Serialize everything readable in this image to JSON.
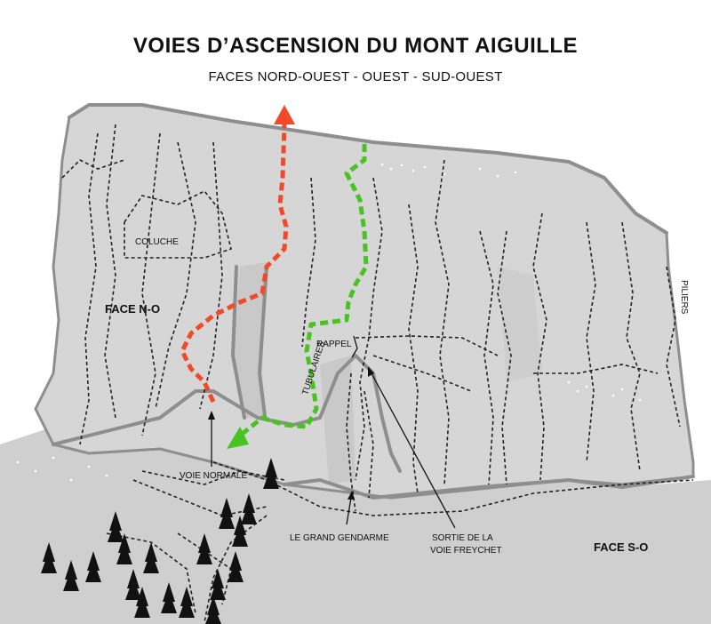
{
  "title": "VOIES D’ASCENSION DU MONT AIGUILLE",
  "subtitle": "FACES NORD-OUEST - OUEST - SUD-OUEST",
  "labels": {
    "coluche": "COLUCHE",
    "face_no": "FACE N-O",
    "tubulaires": "TUBULAIRES",
    "rappel": "RAPPEL",
    "piliers": "PILIERS",
    "voie_normale": "VOIE NORMALE",
    "grand_gendarme": "LE GRAND GENDARME",
    "sortie_line1": "SORTIE DE LA",
    "sortie_line2": "VOIE FREYCHET",
    "face_so": "FACE S-O"
  },
  "colors": {
    "background": "#ffffff",
    "rock": "#d6d6d6",
    "rock_edge": "#8e8e8e",
    "ground": "#cfcfcf",
    "route_voie_normale": "#f04a2a",
    "route_tubulaires": "#48c322",
    "ink": "#111111"
  },
  "icons": {
    "trees": "conifer-tree-icon",
    "route_end": "triangle-arrow-icon"
  }
}
